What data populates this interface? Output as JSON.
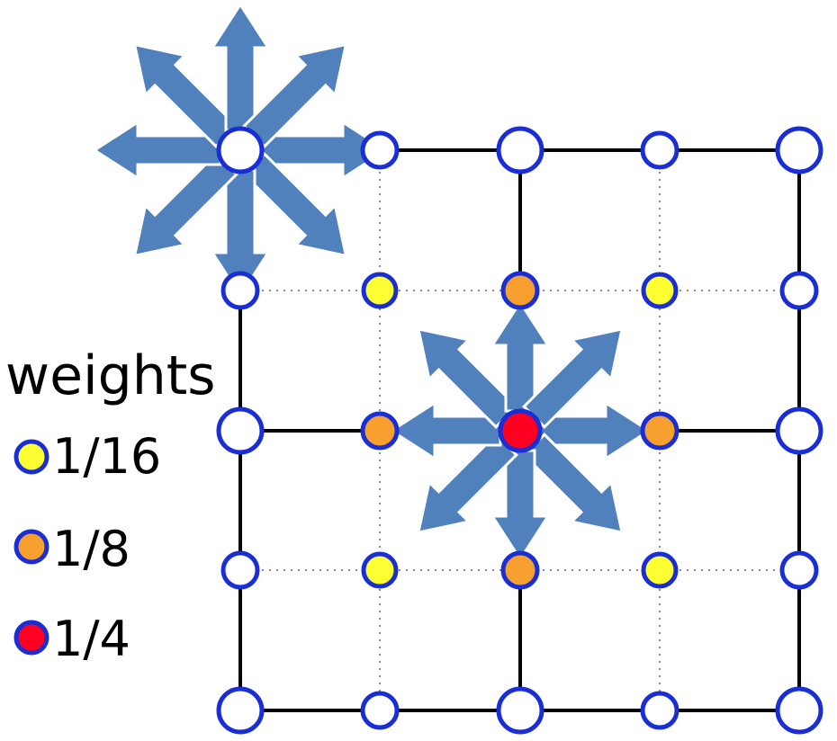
{
  "legend": {
    "title": "weights",
    "items": [
      {
        "label": "1/16",
        "fill": "#ffff33"
      },
      {
        "label": "1/8",
        "fill": "#f7a030"
      },
      {
        "label": "1/4",
        "fill": "#ff0022"
      }
    ]
  },
  "colors": {
    "node_stroke": "#1a2ed6",
    "node_fill": "#ffffff",
    "arrow": "#5081bd",
    "solid_line": "#000000",
    "dotted_line": "#8a8a8a"
  }
}
